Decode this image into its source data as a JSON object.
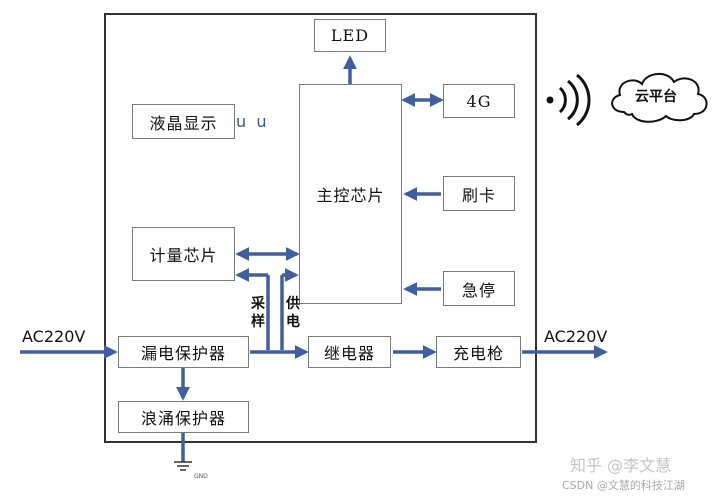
{
  "blocks": {
    "led": "LED",
    "lcd": "液晶显示",
    "main_chip": "主控芯片",
    "g4": "4G",
    "card": "刷卡",
    "metering": "计量芯片",
    "estop": "急停",
    "leak": "漏电保护器",
    "relay": "继电器",
    "gun": "充电枪",
    "surge": "浪涌保护器"
  },
  "labels": {
    "input": "AC220V",
    "output": "AC220V",
    "sample": "采\n样",
    "supply": "供\n电",
    "lcd_glyphs": "u  u",
    "ground": "GND"
  },
  "cloud": {
    "label": "云平台"
  },
  "watermark": {
    "line1": "知乎 @李文慧",
    "line2": "CSDN @文慧的科技江湖"
  },
  "colors": {
    "wire": "#3e5fa4",
    "frame": "#333333",
    "box_border": "#7a7a7a"
  }
}
